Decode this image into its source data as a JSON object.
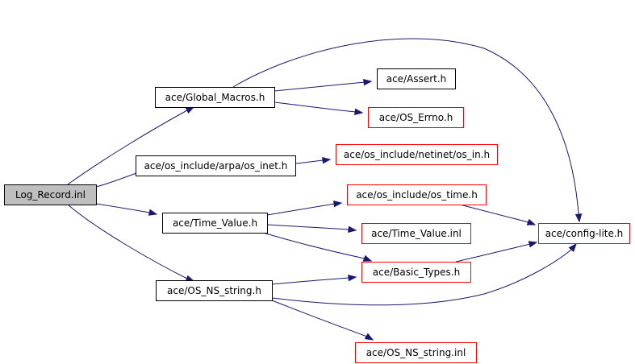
{
  "colors": {
    "edge": "#191970",
    "root_fill": "#bfbfbf",
    "root_border": "#000000",
    "internal_border": "#000000",
    "external_border": "#ff0000",
    "node_fill": "#ffffff"
  },
  "nodes": [
    {
      "id": "log_record",
      "label": "Log_Record.inl",
      "kind": "root"
    },
    {
      "id": "global_macros",
      "label": "ace/Global_Macros.h",
      "kind": "internal"
    },
    {
      "id": "os_inet",
      "label": "ace/os_include/arpa/os_inet.h",
      "kind": "internal"
    },
    {
      "id": "time_value_h",
      "label": "ace/Time_Value.h",
      "kind": "internal"
    },
    {
      "id": "os_ns_string_h",
      "label": "ace/OS_NS_string.h",
      "kind": "internal"
    },
    {
      "id": "assert",
      "label": "ace/Assert.h",
      "kind": "internal"
    },
    {
      "id": "os_errno",
      "label": "ace/OS_Errno.h",
      "kind": "external"
    },
    {
      "id": "os_in",
      "label": "ace/os_include/netinet/os_in.h",
      "kind": "external"
    },
    {
      "id": "os_time",
      "label": "ace/os_include/os_time.h",
      "kind": "external"
    },
    {
      "id": "time_value_inl",
      "label": "ace/Time_Value.inl",
      "kind": "external"
    },
    {
      "id": "basic_types",
      "label": "ace/Basic_Types.h",
      "kind": "external"
    },
    {
      "id": "os_ns_string_inl",
      "label": "ace/OS_NS_string.inl",
      "kind": "external"
    },
    {
      "id": "config_lite",
      "label": "ace/config-lite.h",
      "kind": "external"
    }
  ],
  "edges": [
    {
      "from": "log_record",
      "to": "global_macros"
    },
    {
      "from": "log_record",
      "to": "os_inet"
    },
    {
      "from": "log_record",
      "to": "time_value_h"
    },
    {
      "from": "log_record",
      "to": "os_ns_string_h"
    },
    {
      "from": "global_macros",
      "to": "assert"
    },
    {
      "from": "global_macros",
      "to": "os_errno"
    },
    {
      "from": "global_macros",
      "to": "config_lite"
    },
    {
      "from": "os_inet",
      "to": "os_in"
    },
    {
      "from": "time_value_h",
      "to": "os_time"
    },
    {
      "from": "time_value_h",
      "to": "time_value_inl"
    },
    {
      "from": "time_value_h",
      "to": "basic_types"
    },
    {
      "from": "os_time",
      "to": "config_lite"
    },
    {
      "from": "basic_types",
      "to": "config_lite"
    },
    {
      "from": "os_ns_string_h",
      "to": "basic_types"
    },
    {
      "from": "os_ns_string_h",
      "to": "config_lite"
    },
    {
      "from": "os_ns_string_h",
      "to": "os_ns_string_inl"
    }
  ]
}
